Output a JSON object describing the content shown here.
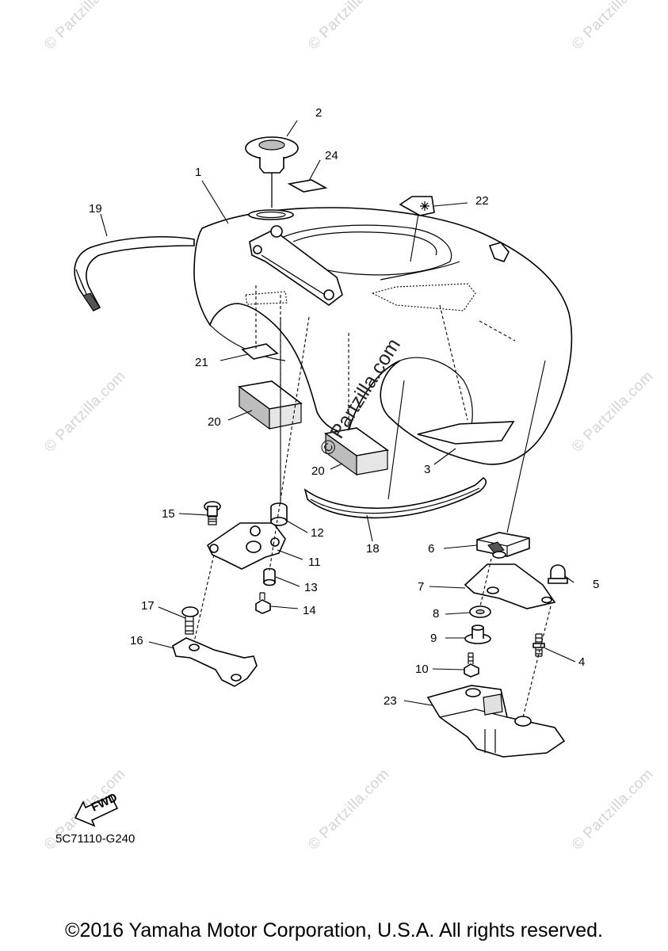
{
  "watermarks": {
    "text": "© Partzilla.com",
    "center_text": "© Partzilla.com"
  },
  "callouts": {
    "c1": "1",
    "c2": "2",
    "c3": "3",
    "c4": "4",
    "c5": "5",
    "c6": "6",
    "c7": "7",
    "c8": "8",
    "c9": "9",
    "c10": "10",
    "c11": "11",
    "c12": "12",
    "c13": "13",
    "c14": "14",
    "c15": "15",
    "c16": "16",
    "c17": "17",
    "c18": "18",
    "c19": "19",
    "c20a": "20",
    "c20b": "20",
    "c21": "21",
    "c22": "22",
    "c23": "23",
    "c24": "24"
  },
  "fwd_label": "FWD",
  "diagram_code": "5C71110-G240",
  "copyright": "©2016 Yamaha Motor Corporation, U.S.A. All rights reserved."
}
